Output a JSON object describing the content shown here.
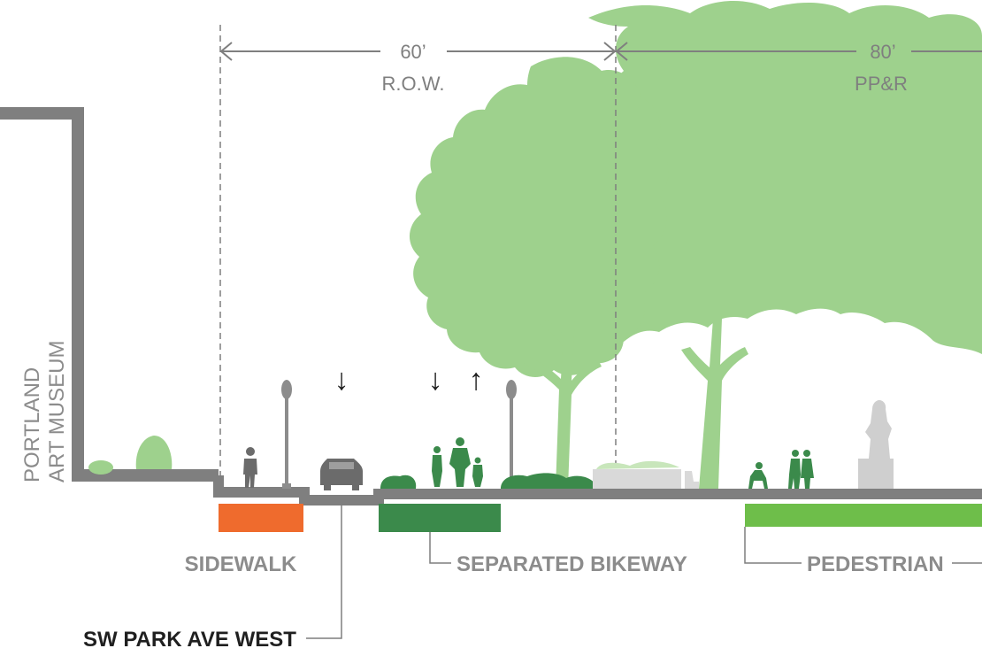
{
  "dimensions": {
    "row": {
      "value": "60’",
      "label": "R.O.W."
    },
    "ppr": {
      "value": "80’",
      "label": "PP&R"
    }
  },
  "building": {
    "label_line1": "PORTLAND",
    "label_line2": "ART MUSEUM"
  },
  "zones": {
    "sidewalk": {
      "label": "SIDEWALK",
      "color": "#ef6b2d"
    },
    "bikeway": {
      "label": "SEPARATED BIKEWAY",
      "color": "#3b8a4b"
    },
    "pedestrian": {
      "label": "PEDESTRIAN",
      "color": "#6ebe4a"
    }
  },
  "street": {
    "label": "SW PARK AVE WEST"
  },
  "arrows": {
    "car_lane": "↓",
    "bike_down": "↓",
    "bike_up": "↑"
  },
  "colors": {
    "ground": "#7f7f7f",
    "tree": "#9ed18d",
    "figure": "#6b6b6b",
    "green_figure": "#3b8a4b"
  }
}
